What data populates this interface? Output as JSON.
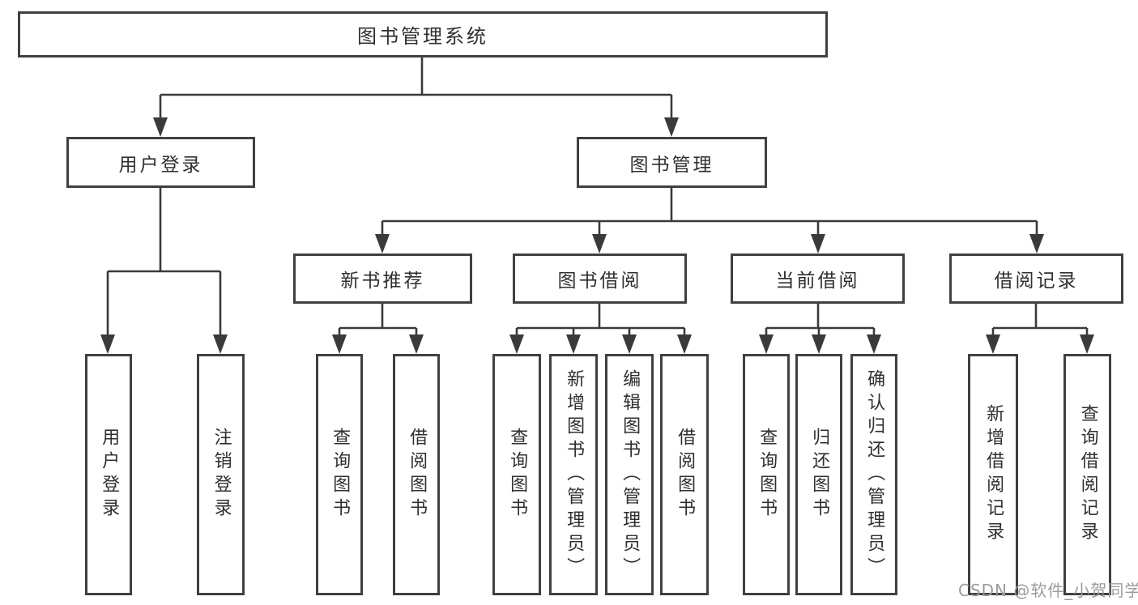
{
  "diagram": {
    "title": "图书管理系统",
    "branches": [
      {
        "label": "用户登录",
        "children": [
          "用户登录",
          "注销登录"
        ]
      },
      {
        "label": "图书管理",
        "groups": [
          {
            "label": "新书推荐",
            "children": [
              "查询图书",
              "借阅图书"
            ]
          },
          {
            "label": "图书借阅",
            "children": [
              "查询图书",
              "新增图书（管理员）",
              "编辑图书（管理员）",
              "借阅图书"
            ]
          },
          {
            "label": "当前借阅",
            "children": [
              "查询图书",
              "归还图书",
              "确认归还（管理员）"
            ]
          },
          {
            "label": "借阅记录",
            "children": [
              "新增借阅记录",
              "查询借阅记录"
            ]
          }
        ]
      }
    ]
  },
  "watermark": "CSDN @软件_小贺同学",
  "colors": {
    "box_border": "#404040",
    "connector_line": "#3a3a3a",
    "text": "#2f2f2f",
    "watermark_text": "#9b9b9b",
    "background": "#ffffff"
  }
}
